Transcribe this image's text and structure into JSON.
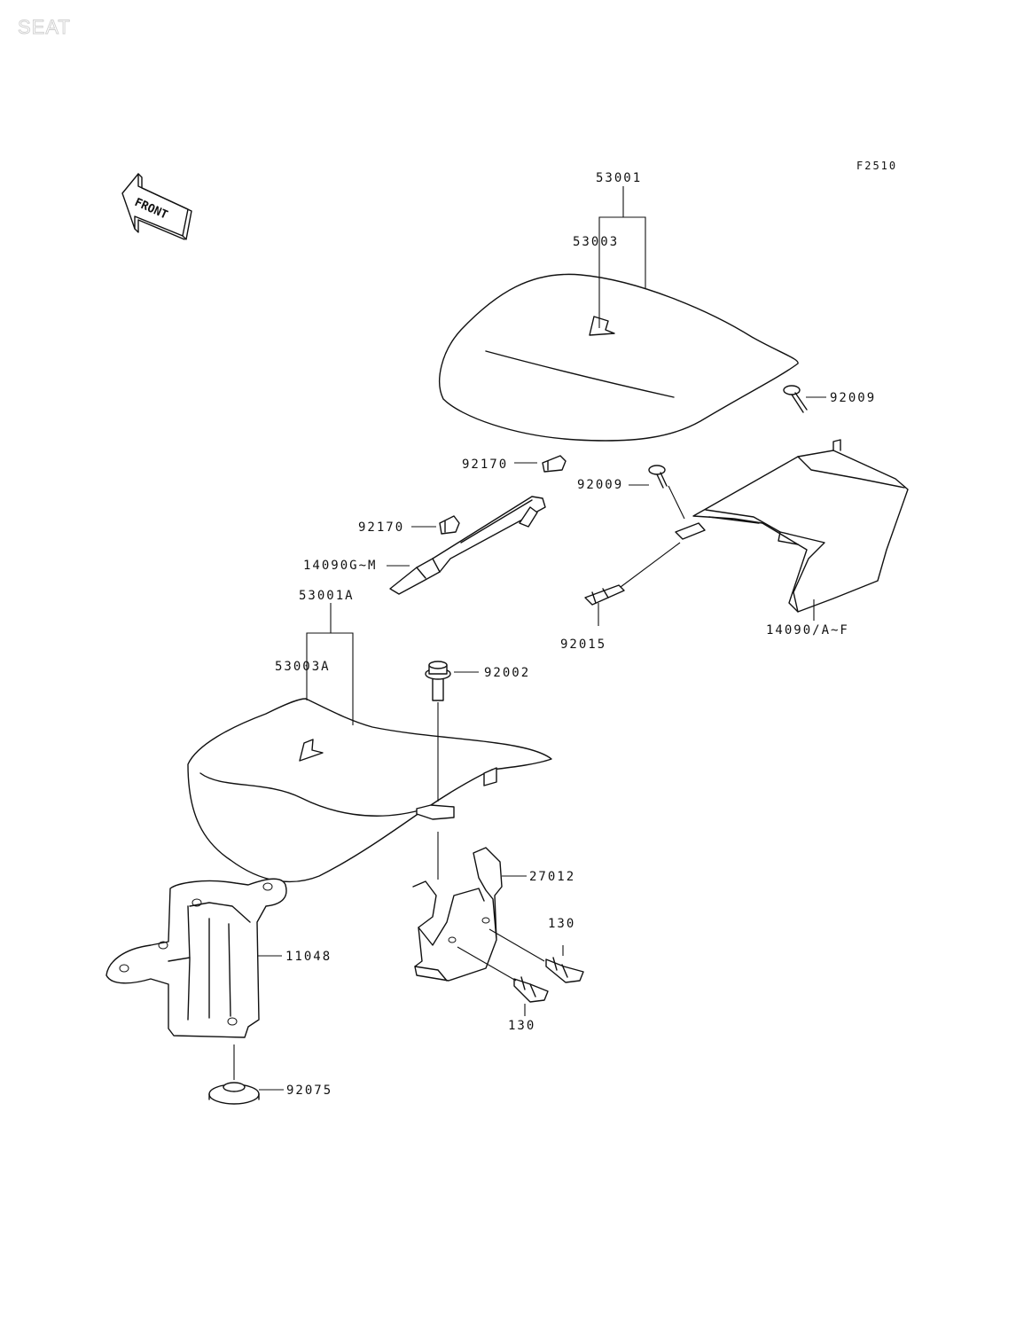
{
  "watermark": "SEAT",
  "figure_code": "F2510",
  "front_label": "FRONT",
  "labels": {
    "p53001": "53001",
    "p53003": "53003",
    "p92009_a": "92009",
    "p92170_a": "92170",
    "p92009_b": "92009",
    "p92170_b": "92170",
    "p14090GM": "14090G~M",
    "p53001A": "53001A",
    "p92015": "92015",
    "p14090AF": "14090/A~F",
    "p53003A": "53003A",
    "p92002": "92002",
    "p27012": "27012",
    "p130_a": "130",
    "p11048": "11048",
    "p130_b": "130",
    "p92075": "92075"
  }
}
